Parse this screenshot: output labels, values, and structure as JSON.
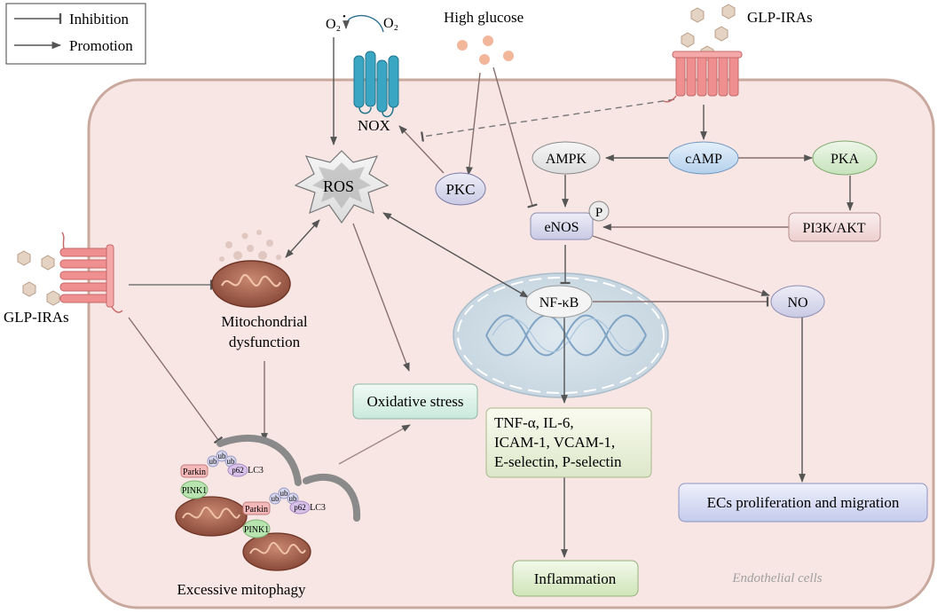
{
  "legend": {
    "inhibition": "Inhibition",
    "promotion": "Promotion"
  },
  "labels": {
    "o2_radical": "O₂",
    "o2_radical_sup": "•",
    "o2": "O₂",
    "high_glucose": "High glucose",
    "glp_top": "GLP-IRAs",
    "glp_left": "GLP-IRAs",
    "nox": "NOX",
    "ros": "ROS",
    "pkc": "PKC",
    "ampk": "AMPK",
    "camp": "cAMP",
    "pka": "PKA",
    "enos": "eNOS",
    "phospho": "P",
    "pi3k": "PI3K/AKT",
    "nfkb": "NF-κB",
    "no": "NO",
    "mito_line1": "Mitochondrial",
    "mito_line2": "dysfunction",
    "oxidative_stress": "Oxidative stress",
    "cytokines": [
      "TNF-α, IL-6,",
      "ICAM-1, VCAM-1,",
      "E-selectin, P-selectin"
    ],
    "ecs": "ECs proliferation and migration",
    "inflammation": "Inflammation",
    "excessive_mitophagy": "Excessive mitophagy",
    "endothelial_cells": "Endothelial cells",
    "parkin": "Parkin",
    "pink1": "PINK1",
    "ub": "ub",
    "p62": "p62",
    "lc3": "LC3"
  },
  "colors": {
    "cell_fill": "#f7e6e4",
    "cell_border": "#c9a89e",
    "receptor": "#ef8f8f",
    "nox": "#3aa6c4",
    "arrow": "#555555",
    "nucleus": "#d6e2ea"
  }
}
